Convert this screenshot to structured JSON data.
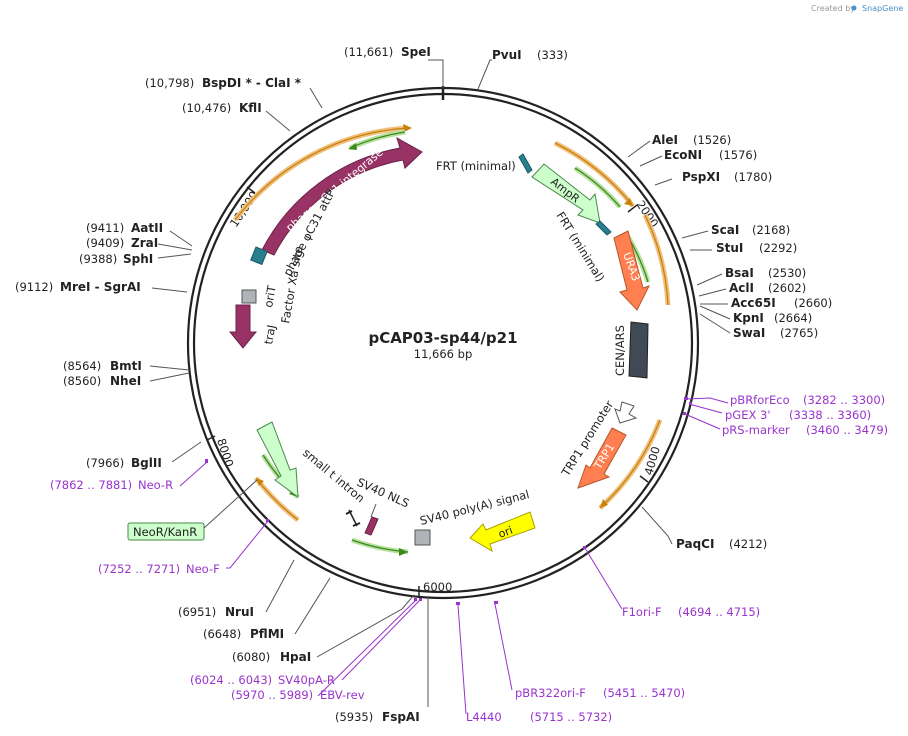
{
  "credit": {
    "prefix": "Created by",
    "brand": "SnapGene"
  },
  "plasmid": {
    "name": "pCAP03-sp44/p21",
    "size": "11,666 bp"
  },
  "ticks": [
    "2000",
    "4000",
    "6000",
    "8000",
    "10,000"
  ],
  "enzymes": [
    {
      "name": "SpeI",
      "pos": "(11,661)"
    },
    {
      "name": "PvuI",
      "pos": "(333)"
    },
    {
      "name": "BspDI * - ClaI *",
      "pos": "(10,798)"
    },
    {
      "name": "KflI",
      "pos": "(10,476)"
    },
    {
      "name": "AleI",
      "pos": "(1526)"
    },
    {
      "name": "EcoNI",
      "pos": "(1576)"
    },
    {
      "name": "PspXI",
      "pos": "(1780)"
    },
    {
      "name": "ScaI",
      "pos": "(2168)"
    },
    {
      "name": "StuI",
      "pos": "(2292)"
    },
    {
      "name": "AatII",
      "pos": "(9411)"
    },
    {
      "name": "ZraI",
      "pos": "(9409)"
    },
    {
      "name": "SphI",
      "pos": "(9388)"
    },
    {
      "name": "MreI - SgrAI",
      "pos": "(9112)"
    },
    {
      "name": "BsaI",
      "pos": "(2530)"
    },
    {
      "name": "AclI",
      "pos": "(2602)"
    },
    {
      "name": "Acc65I",
      "pos": "(2660)"
    },
    {
      "name": "KpnI",
      "pos": "(2664)"
    },
    {
      "name": "SwaI",
      "pos": "(2765)"
    },
    {
      "name": "BmtI",
      "pos": "(8564)"
    },
    {
      "name": "NheI",
      "pos": "(8560)"
    },
    {
      "name": "BglII",
      "pos": "(7966)"
    },
    {
      "name": "PaqCI",
      "pos": "(4212)"
    },
    {
      "name": "NruI",
      "pos": "(6951)"
    },
    {
      "name": "PflMI",
      "pos": "(6648)"
    },
    {
      "name": "HpaI",
      "pos": "(6080)"
    },
    {
      "name": "FspAI",
      "pos": "(5935)"
    }
  ],
  "primers": [
    {
      "name": "pBRforEco",
      "range": "(3282 .. 3300)"
    },
    {
      "name": "pGEX 3'",
      "range": "(3338 .. 3360)"
    },
    {
      "name": "pRS-marker",
      "range": "(3460 .. 3479)"
    },
    {
      "name": "Neo-R",
      "range": "(7862 .. 7881)"
    },
    {
      "name": "Neo-F",
      "range": "(7252 .. 7271)"
    },
    {
      "name": "F1ori-F",
      "range": "(4694 .. 4715)"
    },
    {
      "name": "SV40pA-R",
      "range": "(6024 .. 6043)"
    },
    {
      "name": "EBV-rev",
      "range": "(5970 .. 5989)"
    },
    {
      "name": "pBR322ori-F",
      "range": "(5451 .. 5470)"
    },
    {
      "name": "L4440",
      "range": "(5715 .. 5732)"
    }
  ],
  "features": {
    "frt1": "FRT (minimal)",
    "frt2": "FRT (minimal)",
    "ampr": "AmpR",
    "ura3": "URA3",
    "cen": "CEN/ARS",
    "trp1_promoter": "TRP1 promoter",
    "trp1": "TRP1",
    "sv40pa": "SV40 poly(A) signal",
    "ori": "ori",
    "sv40nls": "SV40 NLS",
    "small_t": "small t intron",
    "neo_box": "NeoR/KanR",
    "integrase": "phage φC31 integrase",
    "attp": "phage φC31 attP",
    "orit": "oriT",
    "factor_xa": "Factor Xa site",
    "traj": "traJ"
  },
  "colors": {
    "integrase": "#993366",
    "ura3": "#ff7f50",
    "trp1": "#ff7f50",
    "ampr": "#ccffcc",
    "cen": "#3f4a55",
    "ori": "#ffff00",
    "primer": "#9933cc",
    "orf_orange": "#f5a623",
    "orf_green": "#44aa22"
  }
}
